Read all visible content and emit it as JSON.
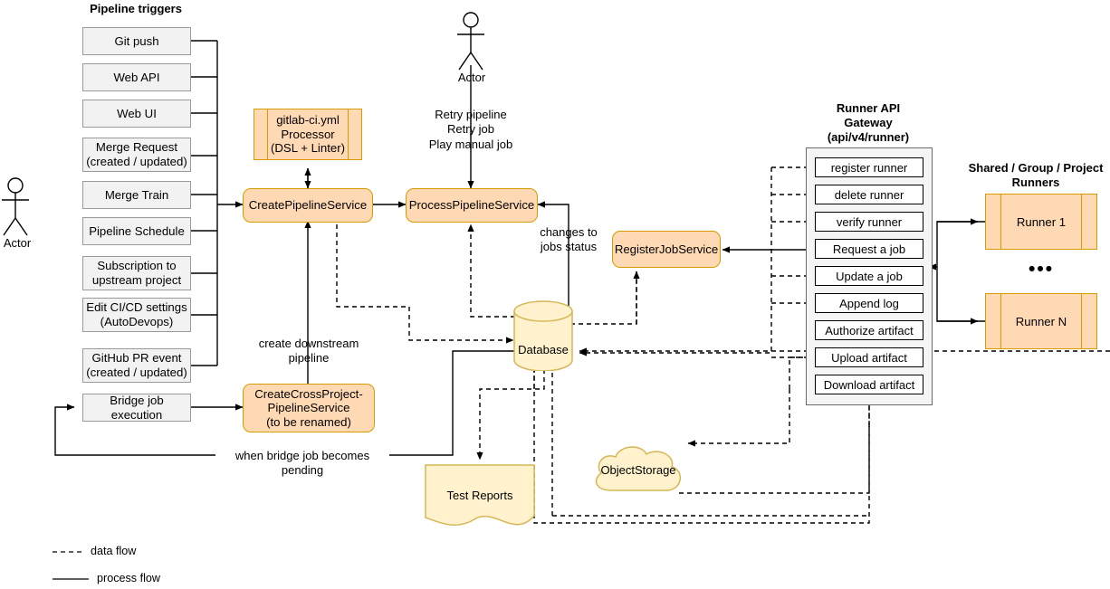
{
  "diagram": {
    "title": "GitLab CI pipeline architecture",
    "colors": {
      "trigger_fill": "#f2f2f2",
      "trigger_stroke": "#9a9a9a",
      "service_fill": "#ffd9b3",
      "service_stroke": "#d79b00",
      "storage_fill": "#fff2cc",
      "storage_stroke": "#d6b656",
      "panel_fill": "#f5f5f5",
      "panel_stroke": "#666666",
      "line": "#000000"
    }
  },
  "headings": {
    "pipeline_triggers": "Pipeline triggers",
    "runner_api_gateway": "Runner API\nGateway\n(api/v4/runner)",
    "runners_group": "Shared / Group / Project\nRunners"
  },
  "actors": {
    "left": "Actor",
    "top": "Actor"
  },
  "triggers": [
    {
      "label": "Git push"
    },
    {
      "label": "Web API"
    },
    {
      "label": "Web UI"
    },
    {
      "label": "Merge Request\n(created / updated)"
    },
    {
      "label": "Merge Train"
    },
    {
      "label": "Pipeline Schedule"
    },
    {
      "label": "Subscription to\nupstream project"
    },
    {
      "label": "Edit CI/CD settings\n(AutoDevops)"
    },
    {
      "label": "GitHub PR event\n(created / updated)"
    },
    {
      "label": "Bridge job execution"
    }
  ],
  "services": {
    "yml_processor": "gitlab-ci.yml\nProcessor\n(DSL + Linter)",
    "create_pipeline": "CreatePipelineService",
    "process_pipeline": "ProcessPipelineService",
    "register_job": "RegisterJobService",
    "cross_project": "CreateCrossProject-\nPipelineService\n(to be renamed)"
  },
  "storage": {
    "database": "Database",
    "test_reports": "Test Reports",
    "object_storage": "ObjectStorage"
  },
  "api_gateway": {
    "items": [
      {
        "label": "register runner"
      },
      {
        "label": "delete runner"
      },
      {
        "label": "verify runner"
      },
      {
        "label": "Request a job"
      },
      {
        "label": "Update a job"
      },
      {
        "label": "Append log"
      },
      {
        "label": "Authorize artifact"
      },
      {
        "label": "Upload artifact"
      },
      {
        "label": "Download artifact"
      }
    ]
  },
  "runners": {
    "first": "Runner 1",
    "ellipsis": "•••",
    "last": "Runner N"
  },
  "edge_labels": {
    "retry": "Retry pipeline\nRetry job\nPlay manual job",
    "changes_to_jobs_status": "changes to\njobs status",
    "create_downstream": "create downstream\npipeline",
    "bridge_pending": "when bridge job becomes pending"
  },
  "legend": {
    "data_flow": "data flow",
    "process_flow": "process flow"
  }
}
